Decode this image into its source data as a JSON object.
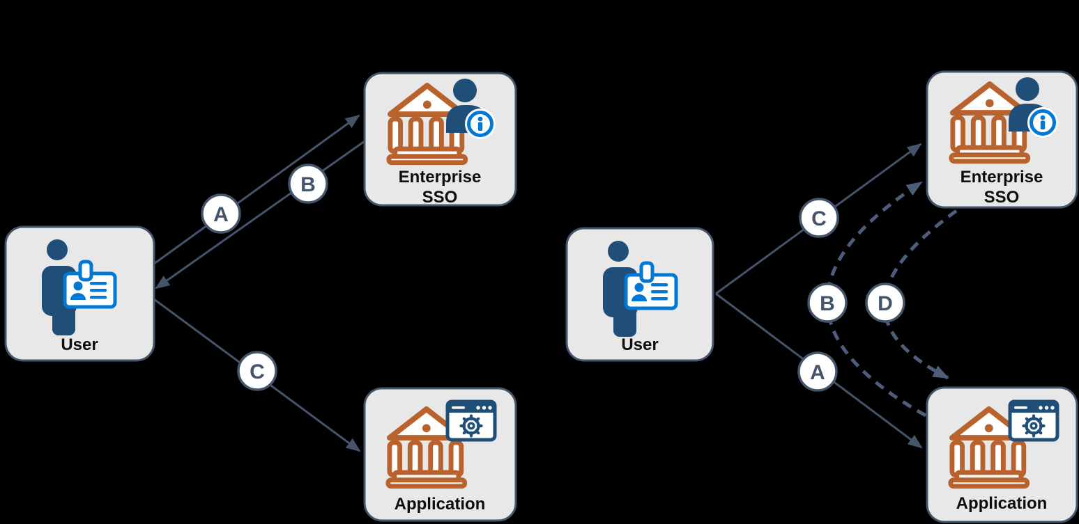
{
  "background_color": "#000000",
  "palette": {
    "box_fill": "#e8e8e8",
    "box_border": "#44546a",
    "solid_arrow": "#44546a",
    "dashed_arrow": "#4d5d7a",
    "edge_badge_fill": "#ffffff",
    "edge_badge_text": "#44546a",
    "node_label_text": "#0d0d0d",
    "bank_icon_color": "#b9622d",
    "person_icon_color": "#1f4e79",
    "id_card_icon_color": "#0078d4",
    "info_icon_color": "#0078d4"
  },
  "diagrams": {
    "left": {
      "nodes": {
        "user": {
          "label": "User",
          "icon": "person-with-id-card-icon"
        },
        "sso": {
          "label_line1": "Enterprise",
          "label_line2": "SSO",
          "icon": "bank-with-person-info-icon"
        },
        "app": {
          "label": "Application",
          "icon": "bank-with-browser-gear-icon"
        }
      },
      "edges": [
        {
          "label": "A",
          "from": "user",
          "to": "sso",
          "style": "solid"
        },
        {
          "label": "B",
          "from": "sso",
          "to": "user",
          "style": "solid"
        },
        {
          "label": "C",
          "from": "user",
          "to": "app",
          "style": "solid"
        }
      ]
    },
    "right": {
      "nodes": {
        "user": {
          "label": "User",
          "icon": "person-with-id-card-icon"
        },
        "sso": {
          "label_line1": "Enterprise",
          "label_line2": "SSO",
          "icon": "bank-with-person-info-icon"
        },
        "app": {
          "label": "Application",
          "icon": "bank-with-browser-gear-icon"
        }
      },
      "edges": [
        {
          "label": "C",
          "from": "user",
          "to": "sso",
          "style": "solid"
        },
        {
          "label": "A",
          "from": "user",
          "to": "app",
          "style": "solid"
        },
        {
          "label": "B",
          "from": "app",
          "to": "sso",
          "style": "dashed"
        },
        {
          "label": "D",
          "from": "sso",
          "to": "app",
          "style": "dashed"
        }
      ]
    }
  }
}
